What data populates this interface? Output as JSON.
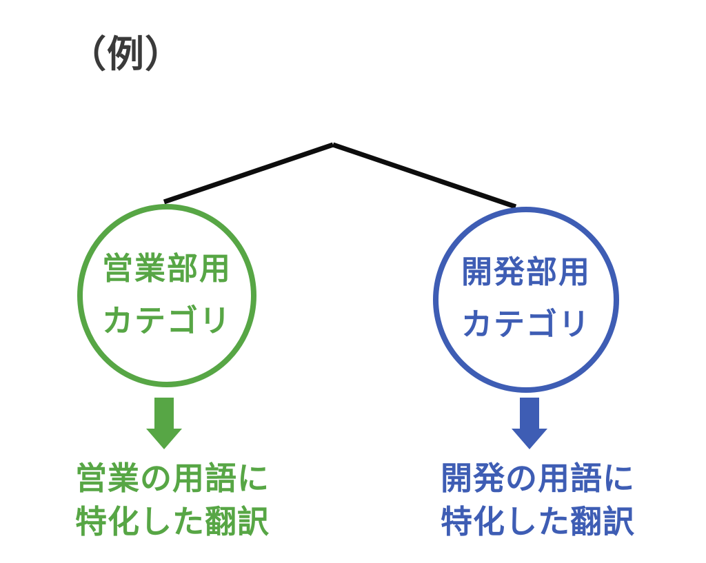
{
  "diagram": {
    "title": "（例）",
    "type": "tree",
    "description": "Example tree diagram: one root branching into two category circles, each pointing down to a specialized-translation caption",
    "colors": {
      "sales_green": "#57a645",
      "dev_blue": "#3e5db4",
      "line_black": "#0d0d0d",
      "title_dark": "#3a3a3a",
      "background": "#ffffff"
    }
  },
  "nodes": [
    {
      "id": "sales",
      "circle_line1": "営業部用",
      "circle_line2": "カテゴリ",
      "caption_line1": "営業の用語に",
      "caption_line2": "特化した翻訳",
      "color": "#57a645"
    },
    {
      "id": "dev",
      "circle_line1": "開発部用",
      "circle_line2": "カテゴリ",
      "caption_line1": "開発の用語に",
      "caption_line2": "特化した翻訳",
      "color": "#3e5db4"
    }
  ]
}
